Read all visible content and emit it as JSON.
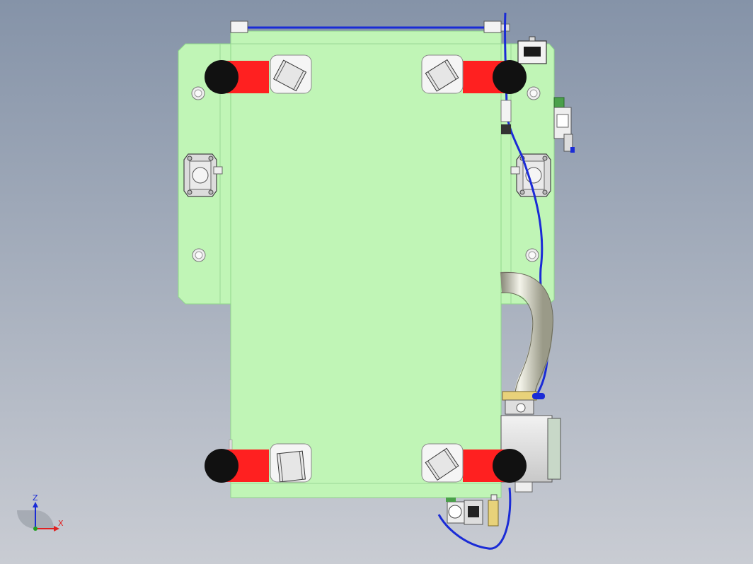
{
  "scene": {
    "view": "top",
    "background": {
      "top": "#8593a8",
      "bottom": "#c9ccd3"
    },
    "plate_color": "#c0f5b6",
    "plate_edge": "#8fd88a",
    "clamp_arm_color": "#ff2020",
    "clamp_pad_color": "#111111",
    "tube_color": "#1a2bd6",
    "metal_color": "#e2e2e2"
  },
  "axis_triad": {
    "z_label": "Z",
    "x_label": "X",
    "z_color": "#1a2bd6",
    "x_color": "#e02020",
    "y_color": "#20a020"
  }
}
